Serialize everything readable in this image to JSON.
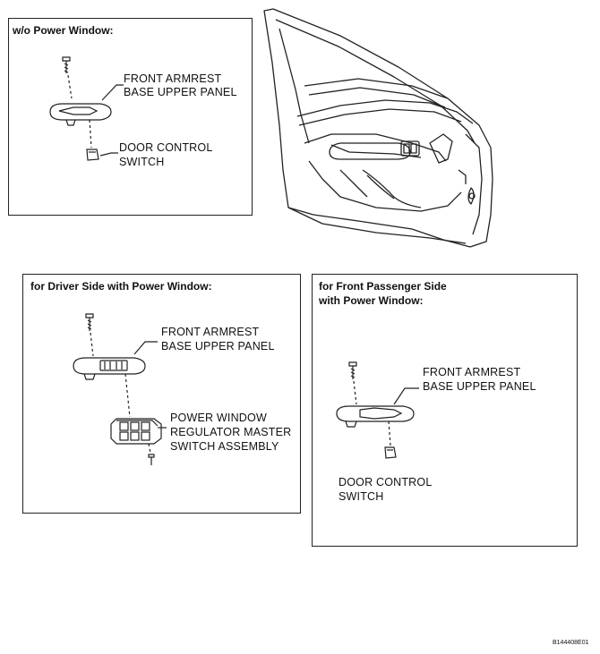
{
  "panel_wo": {
    "title": "w/o Power Window:",
    "armrest_line1": "FRONT ARMREST",
    "armrest_line2": "BASE UPPER PANEL",
    "switch_line1": "DOOR CONTROL",
    "switch_line2": "SWITCH"
  },
  "panel_driver": {
    "title": "for Driver Side with Power Window:",
    "armrest_line1": "FRONT ARMREST",
    "armrest_line2": "BASE UPPER PANEL",
    "master_line1": "POWER WINDOW",
    "master_line2": "REGULATOR MASTER",
    "master_line3": "SWITCH ASSEMBLY"
  },
  "panel_passenger": {
    "title_line1": "for Front Passenger Side",
    "title_line2": "with Power Window:",
    "armrest_line1": "FRONT ARMREST",
    "armrest_line2": "BASE UPPER PANEL",
    "switch_line1": "DOOR CONTROL",
    "switch_line2": "SWITCH"
  },
  "figure_code": "B144408E01"
}
